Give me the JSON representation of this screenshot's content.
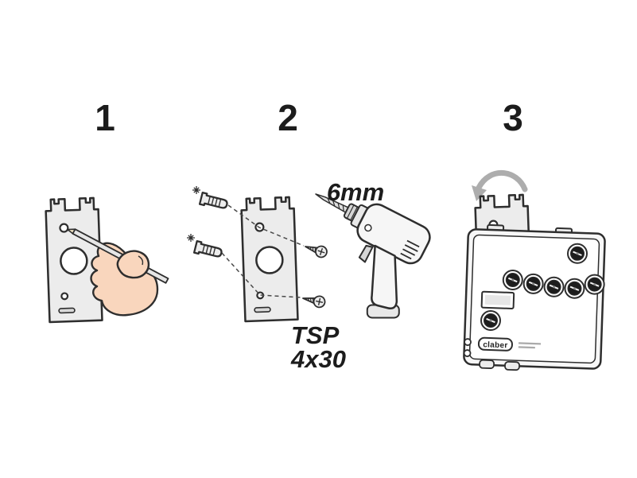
{
  "steps": [
    {
      "label": "1"
    },
    {
      "label": "2"
    },
    {
      "label": "3"
    }
  ],
  "labels": {
    "drill_bit_size": "6mm",
    "screw_type": "TSP",
    "screw_size": "4x30"
  },
  "device": {
    "brand_logo": "claber"
  },
  "colors": {
    "ink": "#2e2e2e",
    "light_fill": "#ececec",
    "hand_skin": "#f9d6bd",
    "knob_black": "#1d1d1d",
    "arrow_gray": "#adadad",
    "background": "#ffffff"
  }
}
